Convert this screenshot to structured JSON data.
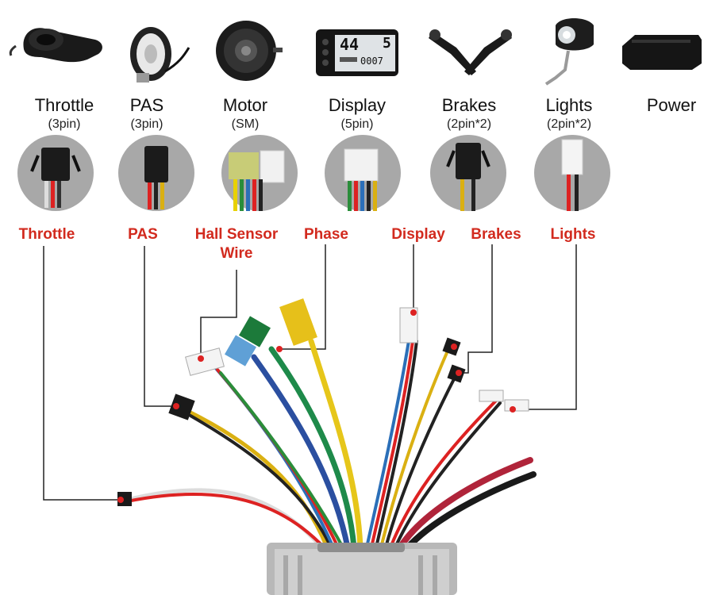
{
  "components": [
    {
      "id": "throttle",
      "title": "Throttle",
      "sub": "(3pin)",
      "icon": "throttle-icon"
    },
    {
      "id": "pas",
      "title": "PAS",
      "sub": "(3pin)",
      "icon": "pas-sensor-icon"
    },
    {
      "id": "motor",
      "title": "Motor",
      "sub": "(SM)",
      "icon": "hub-motor-icon"
    },
    {
      "id": "display",
      "title": "Display",
      "sub": "(5pin)",
      "icon": "lcd-display-icon"
    },
    {
      "id": "brakes",
      "title": "Brakes",
      "sub": "(2pin*2)",
      "icon": "brake-levers-icon"
    },
    {
      "id": "lights",
      "title": "Lights",
      "sub": "(2pin*2)",
      "icon": "headlight-icon"
    },
    {
      "id": "power",
      "title": "Power",
      "sub": "",
      "icon": "battery-icon"
    }
  ],
  "display_screen": {
    "speed": "44",
    "level": "5",
    "odometer": "0007"
  },
  "wire_labels": {
    "throttle": "Throttle",
    "pas": "PAS",
    "hall_line1": "Hall Sensor",
    "hall_line2": "Wire",
    "phase": "Phase",
    "display": "Display",
    "brakes": "Brakes",
    "lights": "Lights"
  },
  "colors": {
    "label_red": "#d22a1e",
    "leader_line": "#222222"
  }
}
